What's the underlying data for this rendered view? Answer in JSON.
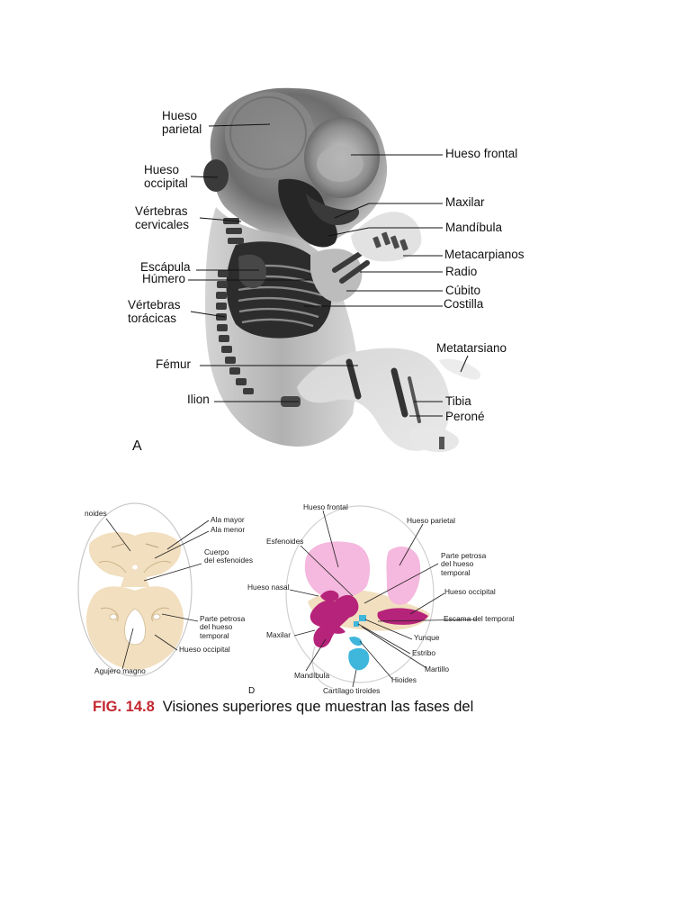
{
  "figure_a": {
    "panel_letter": "A",
    "labels": {
      "hueso_parietal": "Hueso\nparietal",
      "hueso_occipital": "Hueso\noccipital",
      "vertebras_cervicales": "Vértebras\ncervicales",
      "escapula": "Escápula",
      "humero": "Húmero",
      "vertebras_toracicas": "Vértebras\ntorácicas",
      "femur": "Fémur",
      "ilion": "Ilion",
      "hueso_frontal": "Hueso frontal",
      "maxilar": "Maxilar",
      "mandibula": "Mandíbula",
      "metacarpianos": "Metacarpianos",
      "radio": "Radio",
      "cubito": "Cúbito",
      "costilla": "Costilla",
      "metatarsiano": "Metatarsiano",
      "tibia": "Tibia",
      "perone": "Peroné"
    }
  },
  "figure_c": {
    "labels": {
      "esfenoides_cut": "noides",
      "ala_mayor": "Ala mayor",
      "ala_menor": "Ala menor",
      "cuerpo_esfenoides": "Cuerpo\ndel esfenoides",
      "parte_petrosa": "Parte petrosa\ndel hueso\ntemporal",
      "hueso_occipital": "Hueso occipital",
      "agujero_magno": "Agujero magno"
    }
  },
  "figure_d": {
    "panel_letter": "D",
    "labels": {
      "hueso_frontal": "Hueso frontal",
      "hueso_parietal": "Hueso parietal",
      "esfenoides": "Esfenoides",
      "parte_petrosa": "Parte petrosa\ndel hueso\ntemporal",
      "hueso_nasal": "Hueso nasal",
      "hueso_occipital": "Hueso occipital",
      "escama_temporal": "Escama del temporal",
      "maxilar": "Maxilar",
      "yunque": "Yunque",
      "estribo": "Estribo",
      "martillo": "Martillo",
      "hioides": "Hioides",
      "mandibula": "Mandíbula",
      "cartilago_tiroides": "Cartílago tiroides"
    }
  },
  "caption": {
    "fig_number": "FIG. 14.8",
    "text": "Visiones superiores que muestran las fases del"
  },
  "colors": {
    "bone_tan": "#f2dfbf",
    "frontal_pink": "#f5b8de",
    "magenta": "#b6237a",
    "cyan": "#3fb6dc",
    "caption_red": "#c4272f"
  }
}
